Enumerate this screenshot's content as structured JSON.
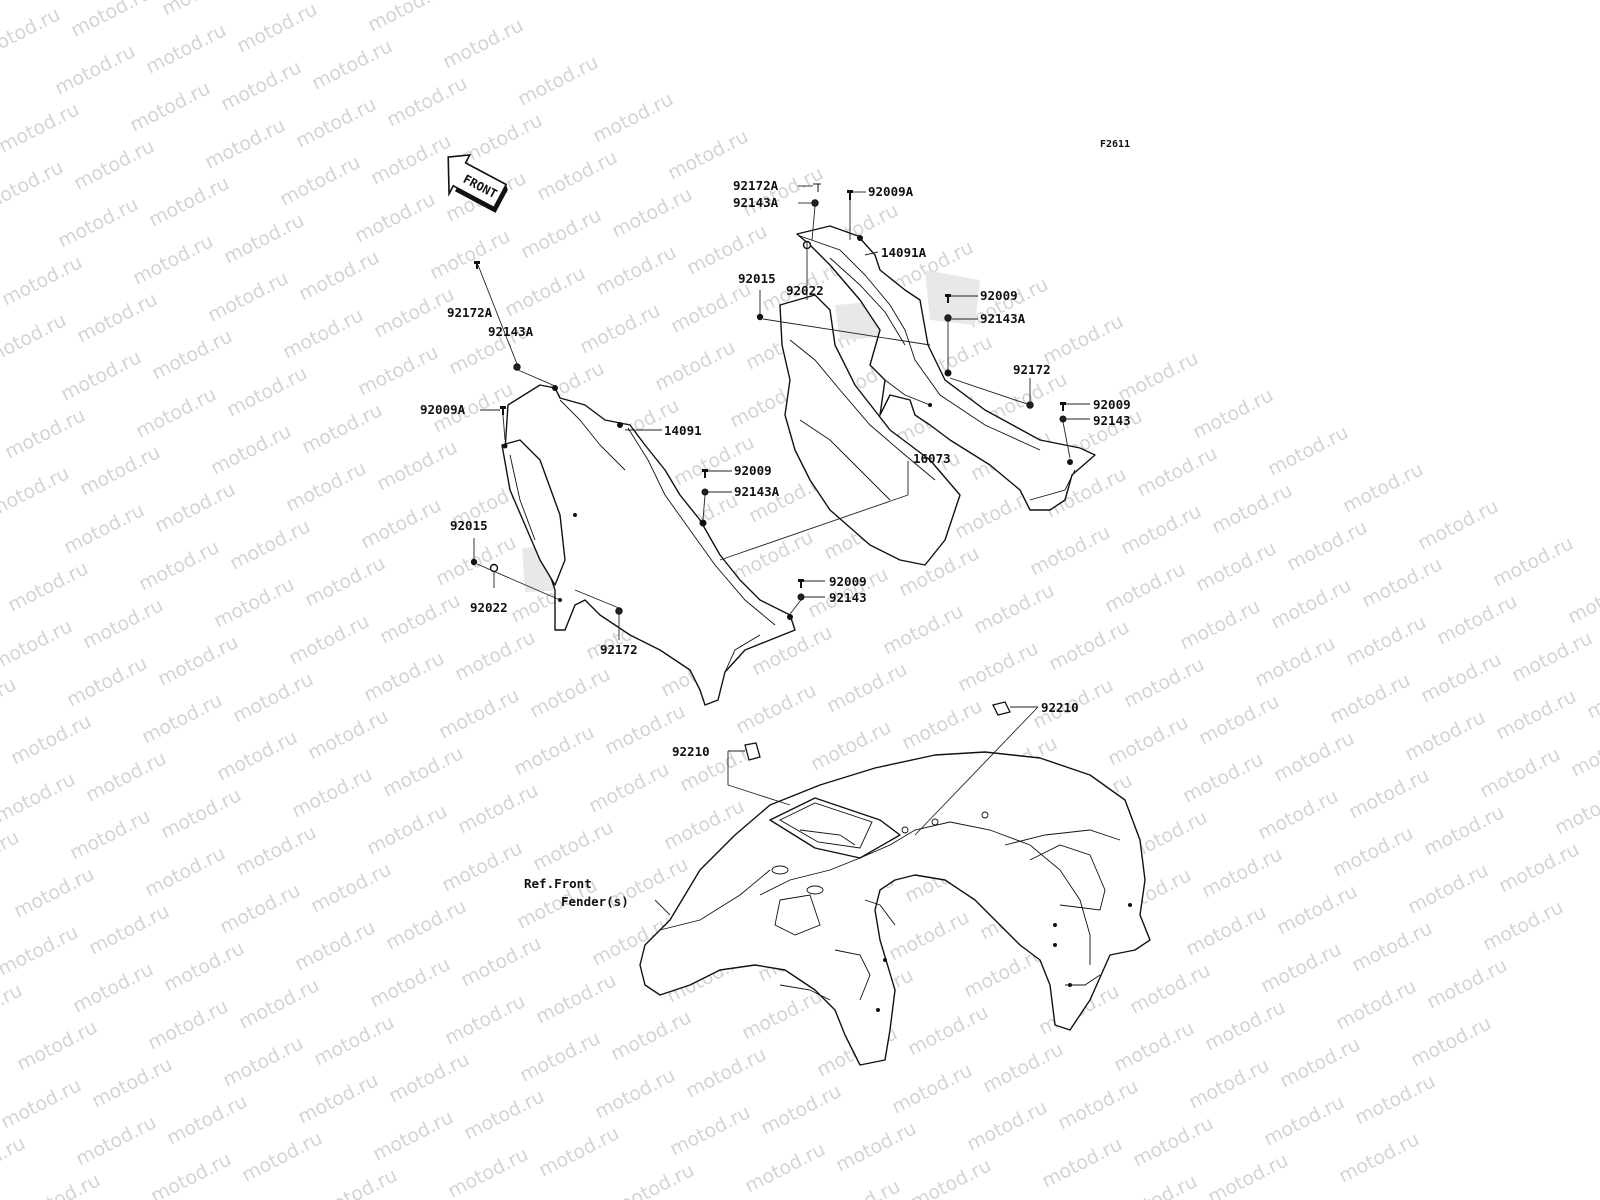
{
  "figure_code": "F2611",
  "front_arrow": {
    "text": "FRONT"
  },
  "watermark": {
    "text": "motod.ru"
  },
  "labels": {
    "p92172A_top": "92172A",
    "p92143A_top": "92143A",
    "p92009A_top": "92009A",
    "p14091A": "14091A",
    "p92015_right": "92015",
    "p92022_right": "92022",
    "p92009_r1": "92009",
    "p92143A_r1": "92143A",
    "p92172_right": "92172",
    "p92009_r2": "92009",
    "p92143_r2": "92143",
    "p92172A_left": "92172A",
    "p92143A_left": "92143A",
    "p92009A_left": "92009A",
    "p14091": "14091",
    "p92009_mid": "92009",
    "p92143A_mid": "92143A",
    "p16073": "16073",
    "p92015_left": "92015",
    "p92022_left": "92022",
    "p92009_low": "92009",
    "p92143_low": "92143",
    "p92172_left": "92172",
    "p92210_right": "92210",
    "p92210_left": "92210",
    "ref_line1": "Ref.Front",
    "ref_line2": "Fender(s)"
  }
}
